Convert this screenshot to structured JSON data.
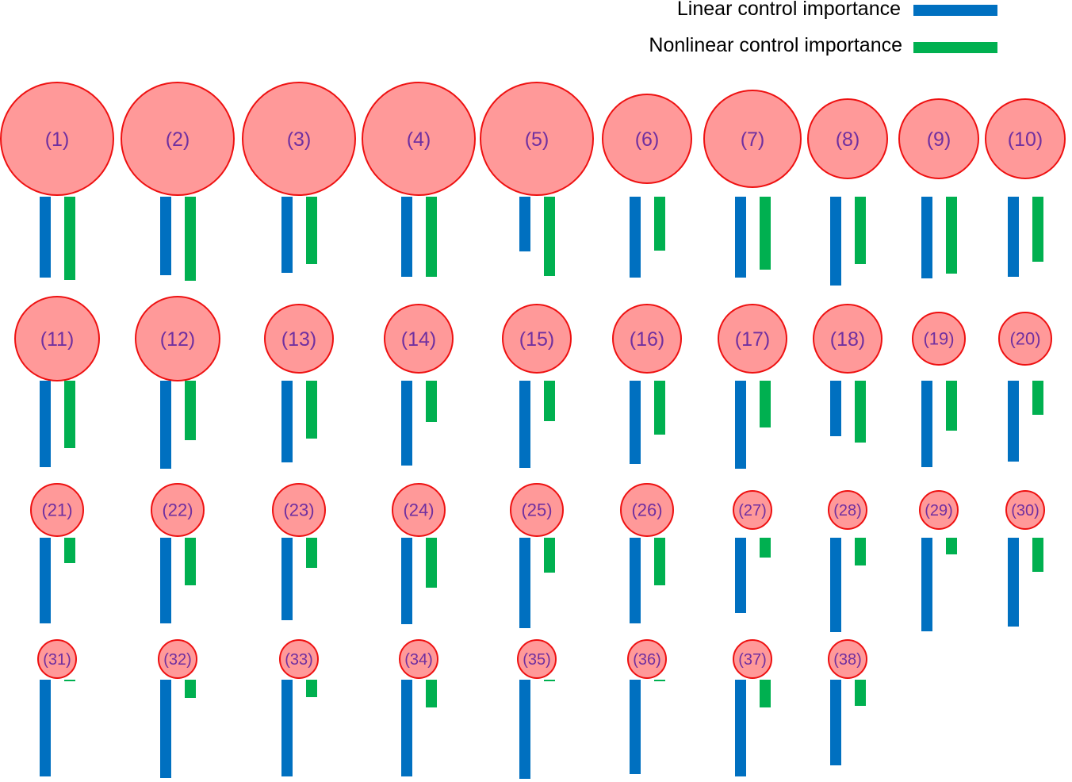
{
  "colors": {
    "linear": "#0070c0",
    "nonlinear": "#00b050",
    "node_fill": "#ff9999",
    "node_stroke": "#ee1111",
    "node_label": "#7030a0"
  },
  "legend": {
    "linear_label": "Linear control importance",
    "nonlinear_label": "Nonlinear control importance"
  },
  "chart_data": {
    "type": "bar",
    "series": [
      {
        "name": "Linear control importance"
      },
      {
        "name": "Nonlinear control importance"
      }
    ],
    "nodes": [
      {
        "label": "(1)",
        "size": 1.0,
        "linear": 102,
        "nonlinear": 105
      },
      {
        "label": "(2)",
        "size": 1.0,
        "linear": 99,
        "nonlinear": 106
      },
      {
        "label": "(3)",
        "size": 1.0,
        "linear": 96,
        "nonlinear": 85
      },
      {
        "label": "(4)",
        "size": 1.0,
        "linear": 101,
        "nonlinear": 101
      },
      {
        "label": "(5)",
        "size": 1.0,
        "linear": 69,
        "nonlinear": 100
      },
      {
        "label": "(6)",
        "size": 0.79,
        "linear": 102,
        "nonlinear": 68
      },
      {
        "label": "(7)",
        "size": 0.86,
        "linear": 102,
        "nonlinear": 92
      },
      {
        "label": "(8)",
        "size": 0.71,
        "linear": 112,
        "nonlinear": 85
      },
      {
        "label": "(9)",
        "size": 0.71,
        "linear": 103,
        "nonlinear": 97
      },
      {
        "label": "(10)",
        "size": 0.71,
        "linear": 101,
        "nonlinear": 82
      },
      {
        "label": "(11)",
        "size": 0.75,
        "linear": 109,
        "nonlinear": 85
      },
      {
        "label": "(12)",
        "size": 0.75,
        "linear": 111,
        "nonlinear": 75
      },
      {
        "label": "(13)",
        "size": 0.61,
        "linear": 103,
        "nonlinear": 73
      },
      {
        "label": "(14)",
        "size": 0.61,
        "linear": 107,
        "nonlinear": 52
      },
      {
        "label": "(15)",
        "size": 0.61,
        "linear": 110,
        "nonlinear": 51
      },
      {
        "label": "(16)",
        "size": 0.61,
        "linear": 105,
        "nonlinear": 68
      },
      {
        "label": "(17)",
        "size": 0.61,
        "linear": 111,
        "nonlinear": 59
      },
      {
        "label": "(18)",
        "size": 0.61,
        "linear": 70,
        "nonlinear": 78
      },
      {
        "label": "(19)",
        "size": 0.47,
        "linear": 109,
        "nonlinear": 63
      },
      {
        "label": "(20)",
        "size": 0.47,
        "linear": 102,
        "nonlinear": 43
      },
      {
        "label": "(21)",
        "size": 0.47,
        "linear": 108,
        "nonlinear": 32
      },
      {
        "label": "(22)",
        "size": 0.47,
        "linear": 108,
        "nonlinear": 60
      },
      {
        "label": "(23)",
        "size": 0.47,
        "linear": 104,
        "nonlinear": 38
      },
      {
        "label": "(24)",
        "size": 0.47,
        "linear": 109,
        "nonlinear": 63
      },
      {
        "label": "(25)",
        "size": 0.47,
        "linear": 114,
        "nonlinear": 44
      },
      {
        "label": "(26)",
        "size": 0.47,
        "linear": 108,
        "nonlinear": 60
      },
      {
        "label": "(27)",
        "size": 0.34,
        "linear": 95,
        "nonlinear": 25
      },
      {
        "label": "(28)",
        "size": 0.34,
        "linear": 119,
        "nonlinear": 35
      },
      {
        "label": "(29)",
        "size": 0.34,
        "linear": 118,
        "nonlinear": 21
      },
      {
        "label": "(30)",
        "size": 0.34,
        "linear": 112,
        "nonlinear": 43
      },
      {
        "label": "(31)",
        "size": 0.34,
        "linear": 122,
        "nonlinear": 2
      },
      {
        "label": "(32)",
        "size": 0.34,
        "linear": 124,
        "nonlinear": 23
      },
      {
        "label": "(33)",
        "size": 0.34,
        "linear": 122,
        "nonlinear": 22
      },
      {
        "label": "(34)",
        "size": 0.34,
        "linear": 122,
        "nonlinear": 35
      },
      {
        "label": "(35)",
        "size": 0.34,
        "linear": 125,
        "nonlinear": 2
      },
      {
        "label": "(36)",
        "size": 0.34,
        "linear": 119,
        "nonlinear": 2
      },
      {
        "label": "(37)",
        "size": 0.34,
        "linear": 122,
        "nonlinear": 35
      },
      {
        "label": "(38)",
        "size": 0.34,
        "linear": 108,
        "nonlinear": 33
      }
    ]
  }
}
